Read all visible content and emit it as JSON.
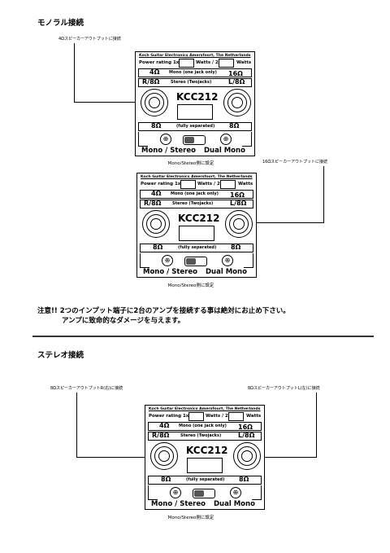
{
  "sections": {
    "mono_heading": "モノラル接続",
    "stereo_heading": "ステレオ接続"
  },
  "callouts": {
    "mono_4ohm": "4Ωスピーカーアウトプットに接続",
    "mono_16ohm": "16Ωスピーカーアウトプットに接続",
    "stereo_right": "8ΩスピーカーアウトプットR(右)に接続",
    "stereo_left": "8ΩスピーカーアウトプットL(左)に接続"
  },
  "captions": {
    "setting": "Mono/Stereo側に設定"
  },
  "warning": {
    "line1": "注意!! 2つのインプット端子に2台のアンプを接続する事は絶対にお止め下さい。",
    "line2": "アンプに致命的なダメージを与えます。"
  },
  "panel": {
    "maker": "Koch Guitar Electronics Amersfoort, The Netherlands",
    "power_rating": "Power rating 1x",
    "watts_2x": "Watts / 2x",
    "watts": "Watts",
    "ohm4": "4Ω",
    "mono_desc": "Mono (one jack only)",
    "ohm16": "16Ω",
    "r8": "R/8Ω",
    "stereo_desc": "Stereo (Twojacks)",
    "l8": "L/8Ω",
    "model": "KCC212",
    "ohm8": "8Ω",
    "separated": "(fully separated)",
    "mono_stereo": "Mono / Stereo",
    "dual_mono": "Dual Mono",
    "screw_glyph": "⊕"
  }
}
